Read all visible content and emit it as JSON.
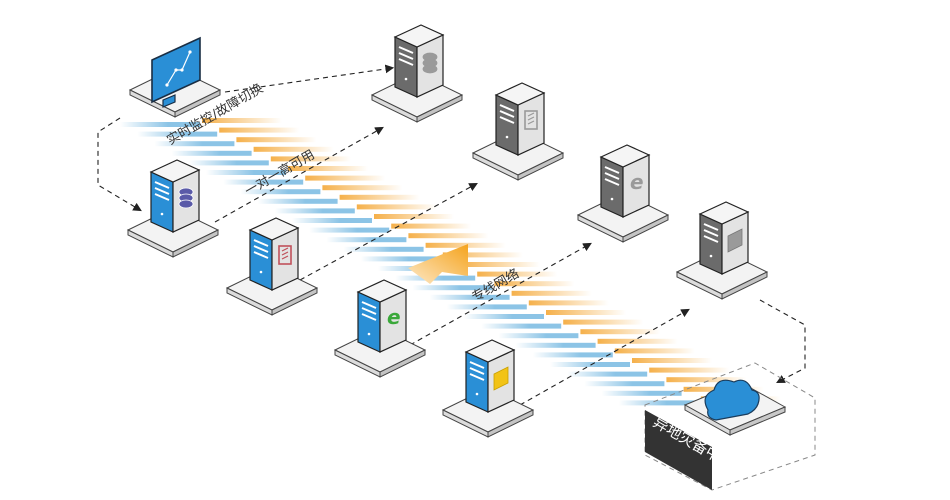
{
  "labels": {
    "monitor": "实时监控/故障切换",
    "ha": "一对一高可用",
    "dedicated": "专线网络",
    "dr_center": "异地灾备中心"
  },
  "colors": {
    "primary_blue": "#2a8fd6",
    "backup_gray": "#6b6b6b",
    "orange": "#f5a623",
    "light_blue": "#8cc4e6",
    "db_icon": "#5a5aa8",
    "doc_icon": "#c0505a",
    "ie_icon": "#3aa83a",
    "folder_icon": "#f2c316"
  },
  "nodes": {
    "monitor": {
      "icon": "monitor-chart-icon"
    },
    "primary": [
      {
        "name": "primary-db-server",
        "icon": "database-icon"
      },
      {
        "name": "primary-doc-server",
        "icon": "document-icon"
      },
      {
        "name": "primary-web-server",
        "icon": "ie-browser-icon"
      },
      {
        "name": "primary-file-server",
        "icon": "folder-icon"
      }
    ],
    "backup": [
      {
        "name": "backup-db-server",
        "icon": "database-icon"
      },
      {
        "name": "backup-doc-server",
        "icon": "document-icon"
      },
      {
        "name": "backup-web-server",
        "icon": "ie-browser-icon"
      },
      {
        "name": "backup-file-server",
        "icon": "folder-icon"
      }
    ],
    "cloud": {
      "icon": "cloud-icon"
    }
  }
}
